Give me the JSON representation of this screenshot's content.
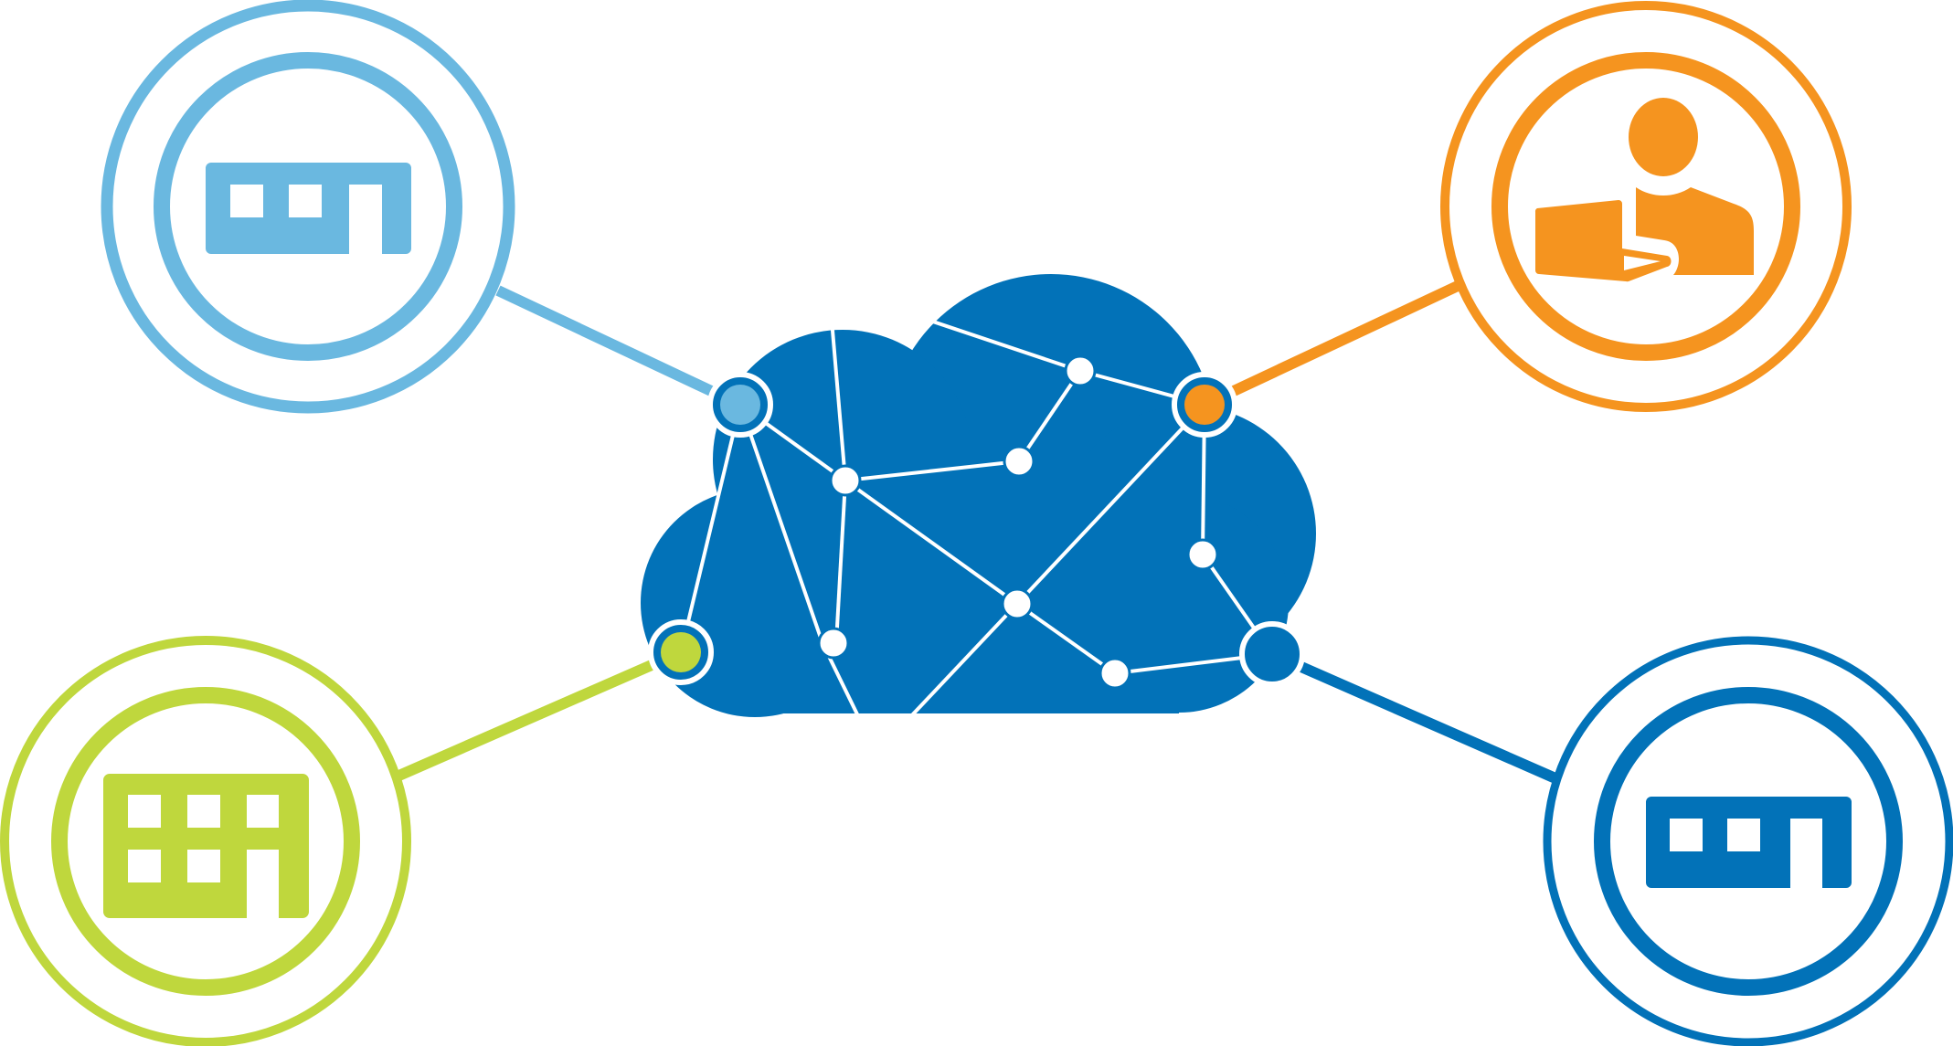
{
  "colors": {
    "light_blue": "#6ab8e0",
    "orange": "#f5941f",
    "lime": "#bfd73d",
    "dark_blue": "#0272b8",
    "cloud": "#0272b8",
    "background": "#ffffff",
    "network_line": "#ffffff",
    "node_fill": "#ffffff"
  },
  "nodes": [
    {
      "name": "endpoint-light-blue",
      "icon": "small-office-building-icon",
      "color": "light_blue"
    },
    {
      "name": "endpoint-orange",
      "icon": "user-with-laptop-icon",
      "color": "orange"
    },
    {
      "name": "endpoint-lime",
      "icon": "large-office-building-icon",
      "color": "lime"
    },
    {
      "name": "endpoint-dark-blue",
      "icon": "small-office-building-icon",
      "color": "dark_blue"
    }
  ],
  "central": {
    "name": "cloud-network",
    "icon": "cloud-network-icon"
  }
}
